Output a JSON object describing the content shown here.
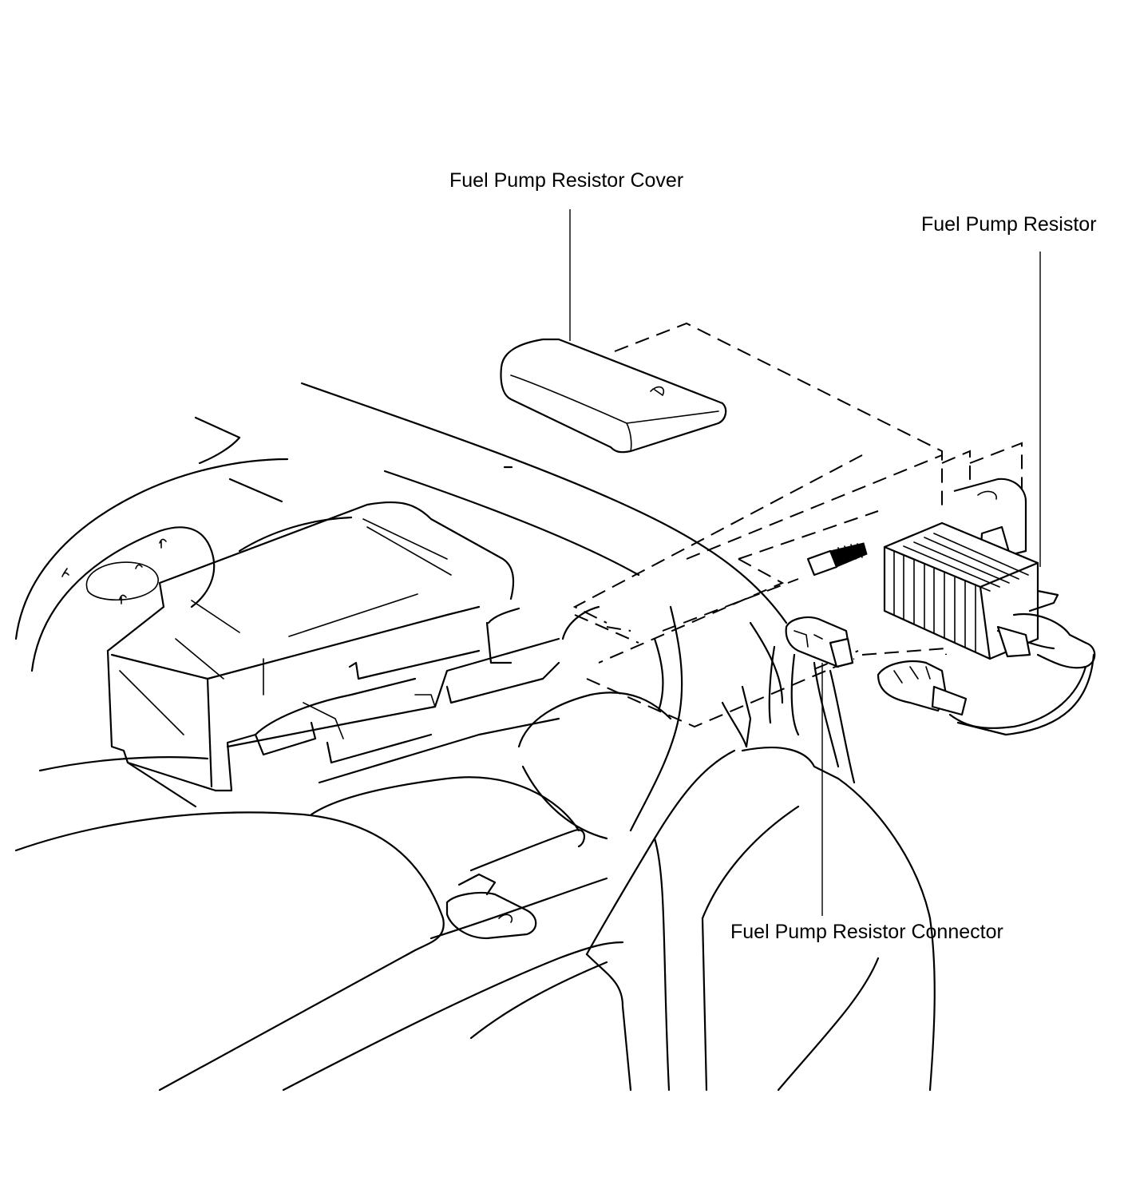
{
  "labels": {
    "cover": "Fuel Pump Resistor Cover",
    "resistor": "Fuel Pump Resistor",
    "connector": "Fuel Pump Resistor Connector"
  }
}
